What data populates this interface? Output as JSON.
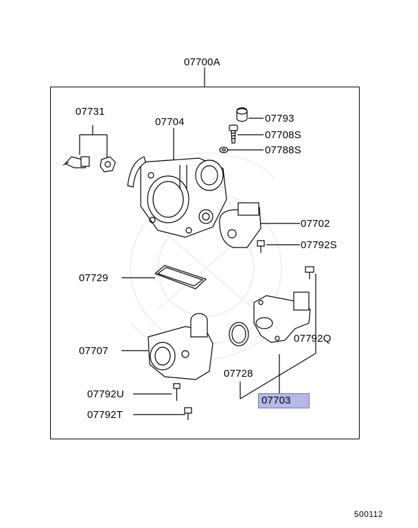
{
  "diagram": {
    "assembly_label": "07700A",
    "highlight_color": "#b6b9e6",
    "parts": [
      {
        "id": "07731",
        "label": "07731"
      },
      {
        "id": "07704",
        "label": "07704"
      },
      {
        "id": "07793",
        "label": "07793"
      },
      {
        "id": "07708S",
        "label": "07708S"
      },
      {
        "id": "07788S",
        "label": "07788S"
      },
      {
        "id": "07702",
        "label": "07702"
      },
      {
        "id": "07792S",
        "label": "07792S"
      },
      {
        "id": "07729",
        "label": "07729"
      },
      {
        "id": "07792Q",
        "label": "07792Q"
      },
      {
        "id": "07707",
        "label": "07707"
      },
      {
        "id": "07728",
        "label": "07728"
      },
      {
        "id": "07703",
        "label": "07703",
        "highlighted": true
      },
      {
        "id": "07792U",
        "label": "07792U"
      },
      {
        "id": "07792T",
        "label": "07792T"
      }
    ],
    "footer_code": "500112"
  }
}
